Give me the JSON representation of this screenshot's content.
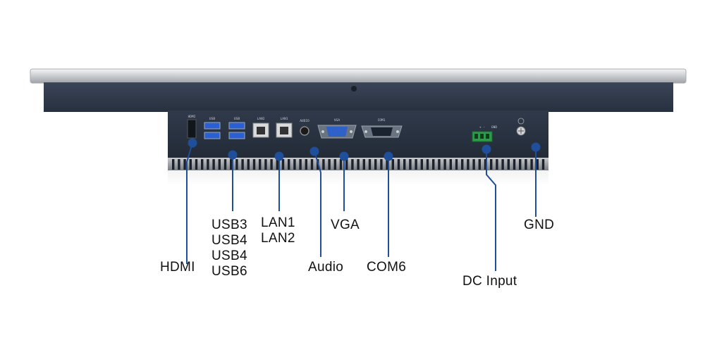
{
  "device": {
    "panel_labels": {
      "hdmi": "HDMI",
      "usb_a": "USB",
      "usb_b": "USB",
      "lan_a": "LAN2",
      "lan_b": "LAN1",
      "audio": "AUDIO",
      "vga": "VGA",
      "com": "COM1",
      "gnd": "GND",
      "dc_sign": "+ -"
    }
  },
  "callouts": {
    "hdmi": "HDMI",
    "usb": [
      "USB3",
      "USB4",
      "USB4",
      "USB6"
    ],
    "lan": [
      "LAN1",
      "LAN2"
    ],
    "audio": "Audio",
    "vga": "VGA",
    "com": "COM6",
    "dc": "DC Input",
    "gnd": "GND"
  },
  "colors": {
    "line": "#1f4e9a",
    "body": "#2c3646",
    "frame": "#cfd2d6",
    "port_green": "#2e9b4a"
  }
}
